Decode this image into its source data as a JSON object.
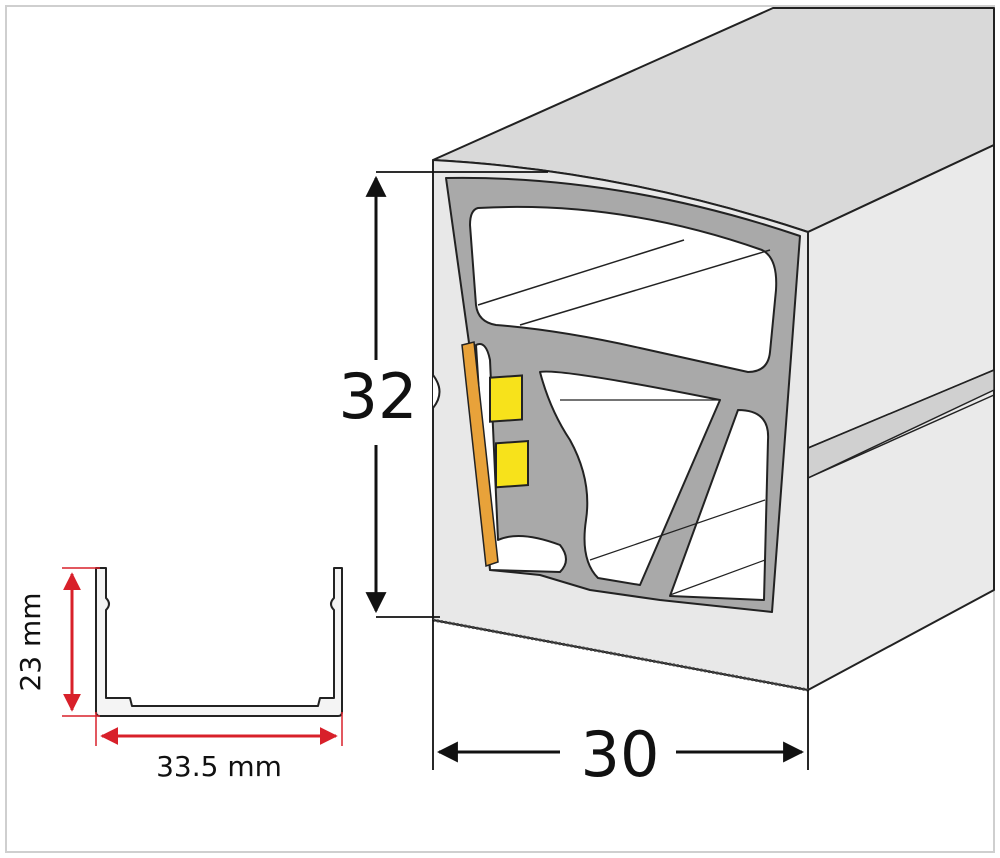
{
  "diagram": {
    "profile_height_label": "32",
    "profile_width_label": "30",
    "channel_height_label": "23 mm",
    "channel_width_label": "33.5 mm",
    "colors": {
      "outline": "#222222",
      "frame": "#cfcfcf",
      "profile_front": "#e6e6e6",
      "profile_top": "#dcdcdc",
      "profile_side": "#e9e9e9",
      "inner_web": "#a8a8a8",
      "cavity": "#ffffff",
      "led": "#f7e21b",
      "pcb": "#e8a23a",
      "dim_arrow": "#111111",
      "channel_dim": "#d8202a",
      "channel_fill": "#f4f4f4"
    }
  }
}
